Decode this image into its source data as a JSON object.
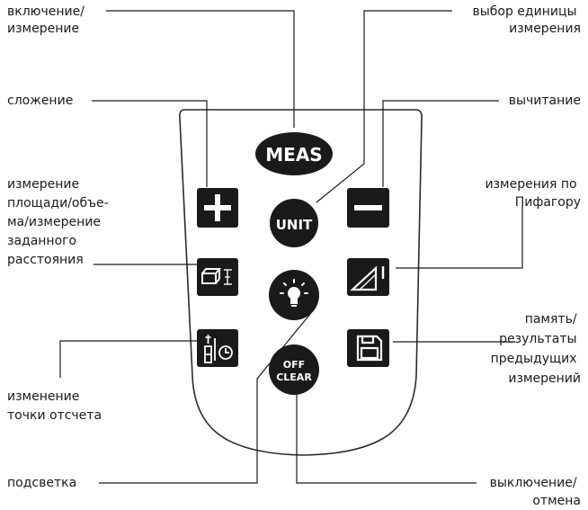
{
  "buttons": {
    "meas": "MEAS",
    "unit": "UNIT",
    "off_line1": "OFF",
    "off_line2": "CLEAR",
    "plus_icon": "plus-icon",
    "minus_icon": "minus-icon",
    "area_icon": "area-volume-icon",
    "pythagoras_icon": "pythagoras-icon",
    "light_icon": "bulb-icon",
    "reference_icon": "reference-point-icon",
    "memory_icon": "floppy-disk-icon"
  },
  "labels": {
    "power_on": [
      "включение/",
      "измерение"
    ],
    "unit_select": [
      "выбор единицы",
      "измерения"
    ],
    "addition": [
      "сложение"
    ],
    "subtraction": [
      "вычитание"
    ],
    "area_volume": [
      "измерение",
      "площади/объе-",
      "ма/измерение",
      "заданного",
      "расстояния"
    ],
    "pythagoras": [
      "измерения по",
      "Пифагору"
    ],
    "memory": [
      "память/",
      "результаты",
      "предыдущих",
      "измерений"
    ],
    "reference_point": [
      "изменение",
      "точки отсчета"
    ],
    "backlight": [
      "подсветка"
    ],
    "power_off": [
      "выключение/",
      "отмена"
    ]
  },
  "colors": {
    "button": "#1a1a1a",
    "outline": "#2a2a2a",
    "text": "#1a1a1a",
    "background": "#ffffff"
  }
}
